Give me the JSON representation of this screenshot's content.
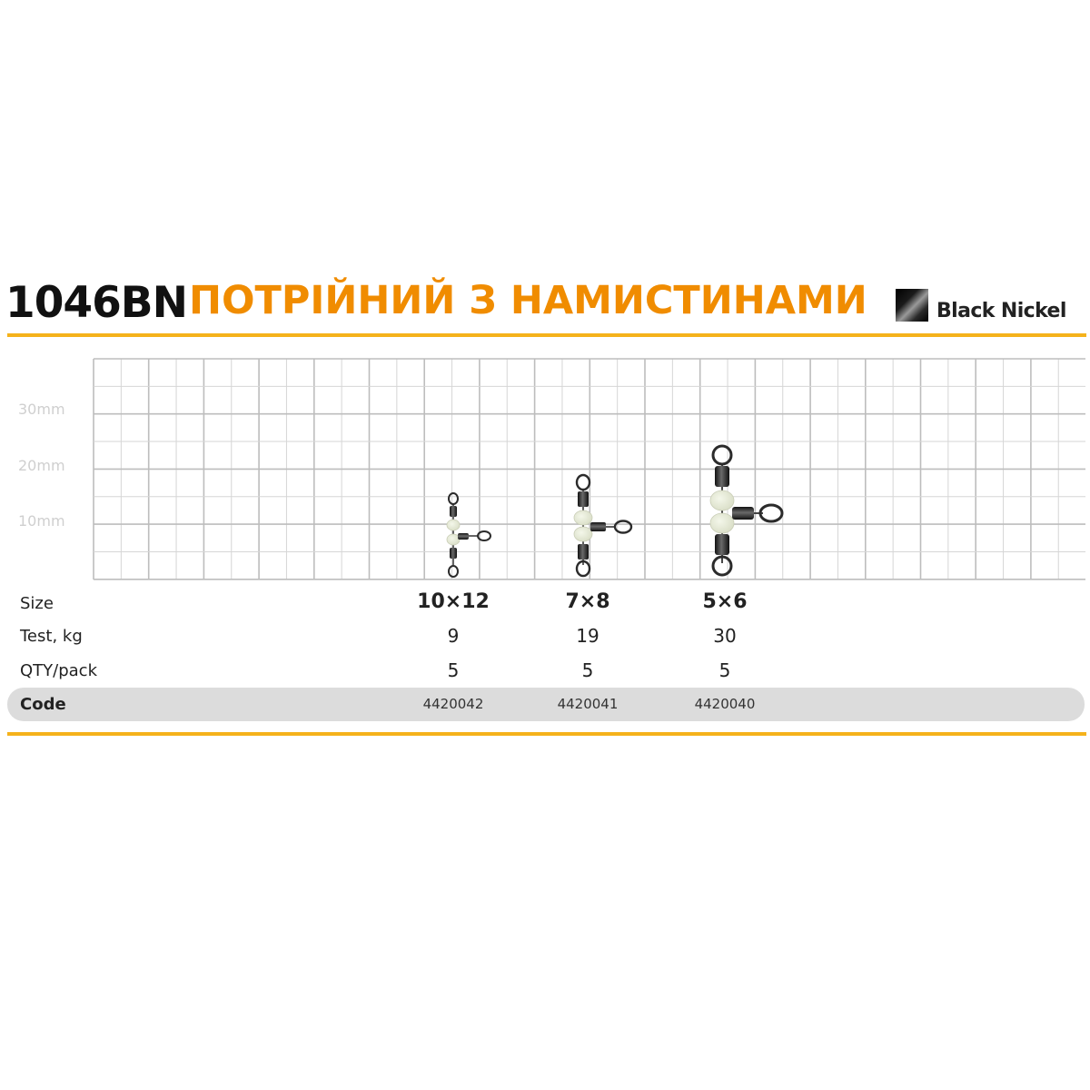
{
  "header": {
    "model": "1046BN",
    "name": "ПОТРІЙНИЙ З НАМИСТИНАМИ",
    "finish": "Black Nickel"
  },
  "scale": {
    "labels": [
      "30mm",
      "20mm",
      "10mm"
    ]
  },
  "table": {
    "row_labels": {
      "size": "Size",
      "test": "Test, kg",
      "qty": "QTY/pack",
      "code": "Code"
    },
    "products": [
      {
        "size": "10×12",
        "test": "9",
        "qty": "5",
        "code": "4420042"
      },
      {
        "size": "7×8",
        "test": "19",
        "qty": "5",
        "code": "4420041"
      },
      {
        "size": "5×6",
        "test": "30",
        "qty": "5",
        "code": "4420040"
      }
    ]
  },
  "colors": {
    "accent": "#f08c00",
    "rule": "#f5b21b",
    "code_bar": "#dcdcdc"
  }
}
